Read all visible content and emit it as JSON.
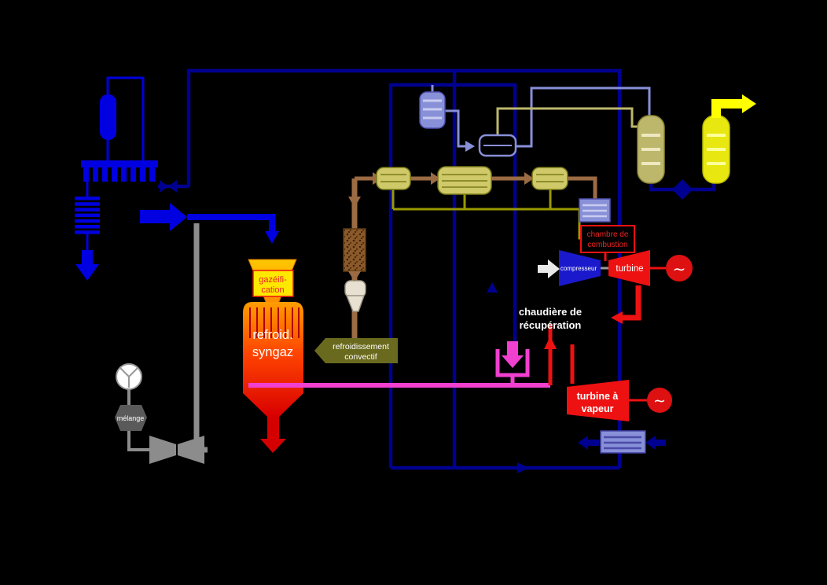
{
  "diagram": {
    "type": "process-flow",
    "subject": "IGCC gasification combined cycle plant",
    "labels": {
      "gasifier_line1": "gazéifi-",
      "gasifier_line2": "cation",
      "syngas_cooler_line1": "refroid.",
      "syngas_cooler_line2": "syngaz",
      "convective_line1": "refroidissement",
      "convective_line2": "convectif",
      "combustion_line1": "chambre de",
      "combustion_line2": "combustion",
      "compressor": "compresseur",
      "gas_turbine": "turbine",
      "hrsg_line1": "chaudière de",
      "hrsg_line2": "récupération",
      "steam_turbine_line1": "turbine à",
      "steam_turbine_line2": "vapeur",
      "mixer": "mélange",
      "generator_symbol": "∼"
    },
    "colors": {
      "background": "#000000",
      "navy_pipe": "#000090",
      "bright_blue": "#0000E0",
      "periwinkle": "#8890D8",
      "olive_line": "#9A9A00",
      "khaki": "#BDB76B",
      "syngas_brown": "#9B6B43",
      "slurry_gray": "#8C8C8C",
      "steam_magenta": "#F040D0",
      "hot_red": "#EE1111",
      "steam_yellow": "#FFFF00",
      "gasifier_orange": "#FF8C00"
    }
  }
}
